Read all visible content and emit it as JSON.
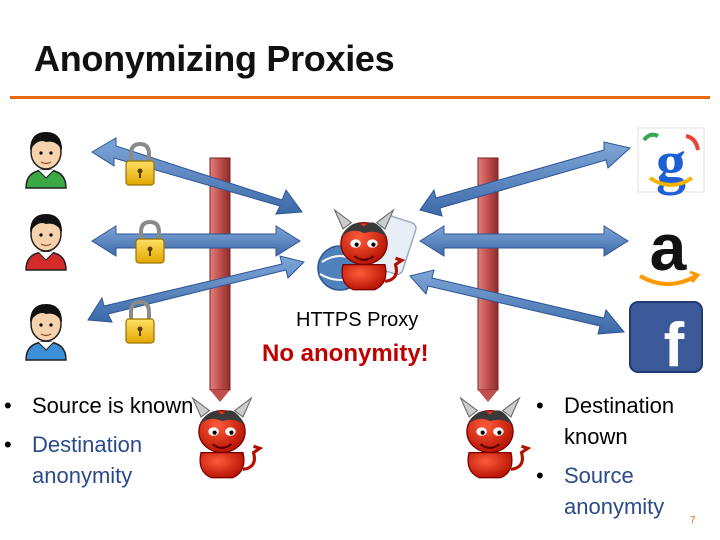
{
  "slide": {
    "title": "Anonymizing Proxies",
    "slide_number": "7"
  },
  "proxy": {
    "label": "HTTPS Proxy",
    "warning": "No anonymity!"
  },
  "left_bullets": [
    "Source is known",
    "Destination anonymity"
  ],
  "right_bullets": [
    "Destination known",
    "Source anonymity"
  ],
  "colors": {
    "accent": "#e46c0a",
    "warning": "#c00000",
    "bullet_blue": "#2b4a8a",
    "arrow_blue": "#4f81bd",
    "pillar_red": "#c0504d"
  },
  "icons": {
    "users": [
      "user-green-shirt-icon",
      "user-red-shirt-icon",
      "user-blue-shirt-icon"
    ],
    "locks": [
      "padlock-icon",
      "padlock-icon",
      "padlock-icon"
    ],
    "destinations": [
      "google-logo-icon",
      "amazon-logo-icon",
      "facebook-logo-icon"
    ],
    "devil": "devil-icon"
  }
}
